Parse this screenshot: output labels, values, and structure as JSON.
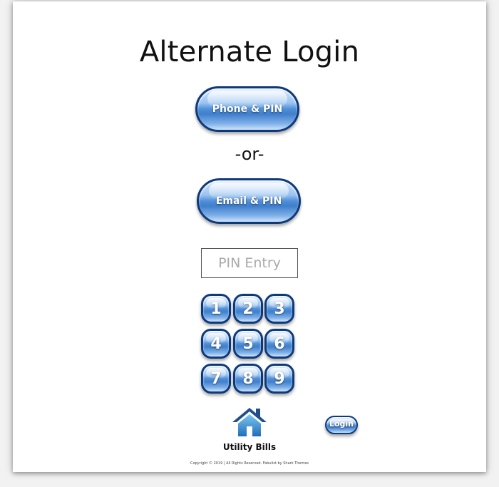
{
  "page": {
    "title": "Alternate Login"
  },
  "login_options": {
    "phone_pin_label": "Phone & PIN",
    "separator": "-or-",
    "email_pin_label": "Email & PIN"
  },
  "pin": {
    "placeholder": "PIN Entry",
    "value": ""
  },
  "keypad": {
    "keys": [
      "1",
      "2",
      "3",
      "4",
      "5",
      "6",
      "7",
      "8",
      "9"
    ]
  },
  "bottom": {
    "home_icon": "house-icon",
    "brand_label": "Utility Bills",
    "login_label": "Login"
  },
  "footer": {
    "copyright": "Copyright © 2019 | All Rights Reserved. Fabulist by Shark Themes"
  },
  "colors": {
    "button_blue": "#4f8fd8",
    "button_border": "#0e3a7a",
    "house_icon": "#2f8fd0"
  }
}
